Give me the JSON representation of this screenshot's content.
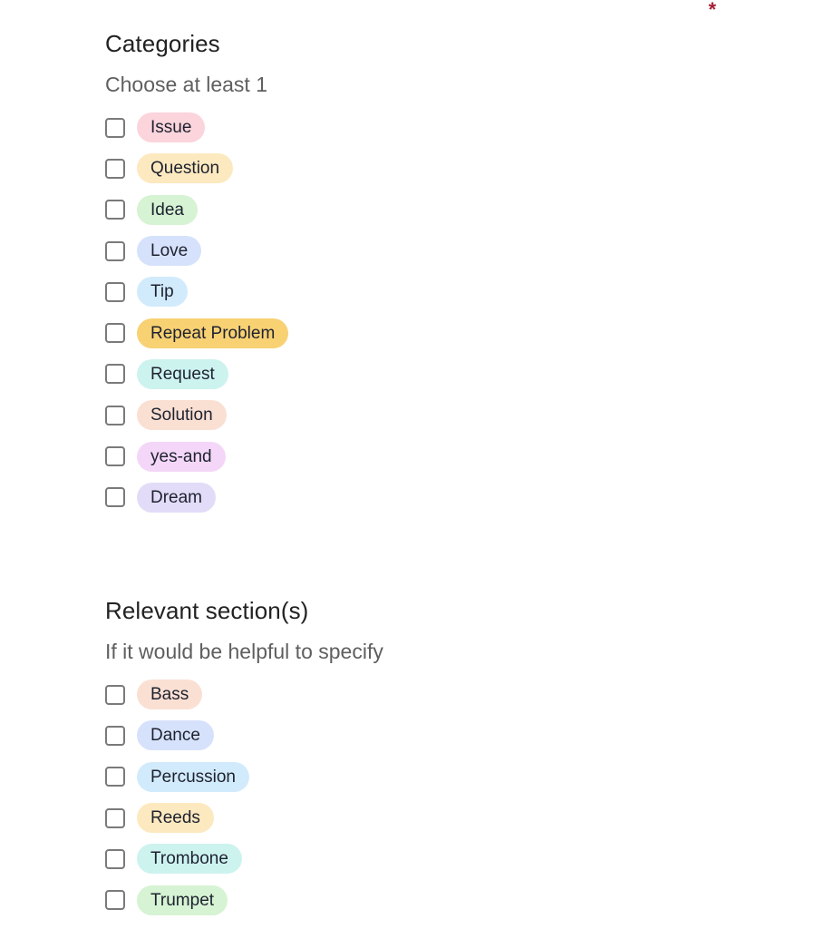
{
  "categories": {
    "title": "Categories",
    "required_mark": "*",
    "description": "Choose at least 1",
    "options": [
      {
        "label": "Issue",
        "color": "#fbd4dc",
        "checked": false
      },
      {
        "label": "Question",
        "color": "#fde9bf",
        "checked": false
      },
      {
        "label": "Idea",
        "color": "#d6f3d3",
        "checked": false
      },
      {
        "label": "Love",
        "color": "#d6e2fb",
        "checked": false
      },
      {
        "label": "Tip",
        "color": "#d2ebfc",
        "checked": false
      },
      {
        "label": "Repeat Problem",
        "color": "#f8d173",
        "checked": false
      },
      {
        "label": "Request",
        "color": "#cdf3ef",
        "checked": false
      },
      {
        "label": "Solution",
        "color": "#fae0d3",
        "checked": false
      },
      {
        "label": "yes-and",
        "color": "#f4d7f8",
        "checked": false
      },
      {
        "label": "Dream",
        "color": "#e2dcf8",
        "checked": false
      }
    ]
  },
  "sections": {
    "title": "Relevant section(s)",
    "description": "If it would be helpful to specify",
    "options": [
      {
        "label": "Bass",
        "color": "#fae0d3",
        "checked": false
      },
      {
        "label": "Dance",
        "color": "#d6e2fb",
        "checked": false
      },
      {
        "label": "Percussion",
        "color": "#d2ebfc",
        "checked": false
      },
      {
        "label": "Reeds",
        "color": "#fde9bf",
        "checked": false
      },
      {
        "label": "Trombone",
        "color": "#cdf3ef",
        "checked": false
      },
      {
        "label": "Trumpet",
        "color": "#d6f3d3",
        "checked": false
      }
    ]
  }
}
